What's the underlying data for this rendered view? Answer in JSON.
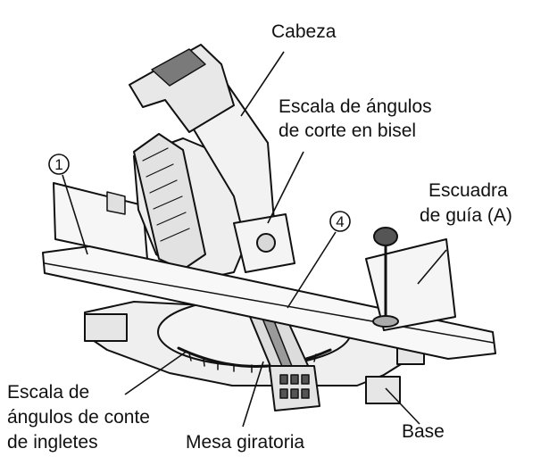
{
  "labels": {
    "cabeza": "Cabeza",
    "escala_bisel_1": "Escala de ángulos",
    "escala_bisel_2": "de corte en bisel",
    "escuadra_1": "Escuadra",
    "escuadra_2": "de guía (A)",
    "escala_ingletes_1": "Escala de",
    "escala_ingletes_2": "ángulos de conte",
    "escala_ingletes_3": "de ingletes",
    "mesa": "Mesa giratoria",
    "base": "Base"
  },
  "callouts": {
    "one": "1",
    "four": "4"
  },
  "colors": {
    "line": "#111111",
    "fill_light": "#f2f2f2",
    "fill_mid": "#d9d9d9",
    "fill_dark": "#8c8c8c",
    "background": "#ffffff"
  }
}
